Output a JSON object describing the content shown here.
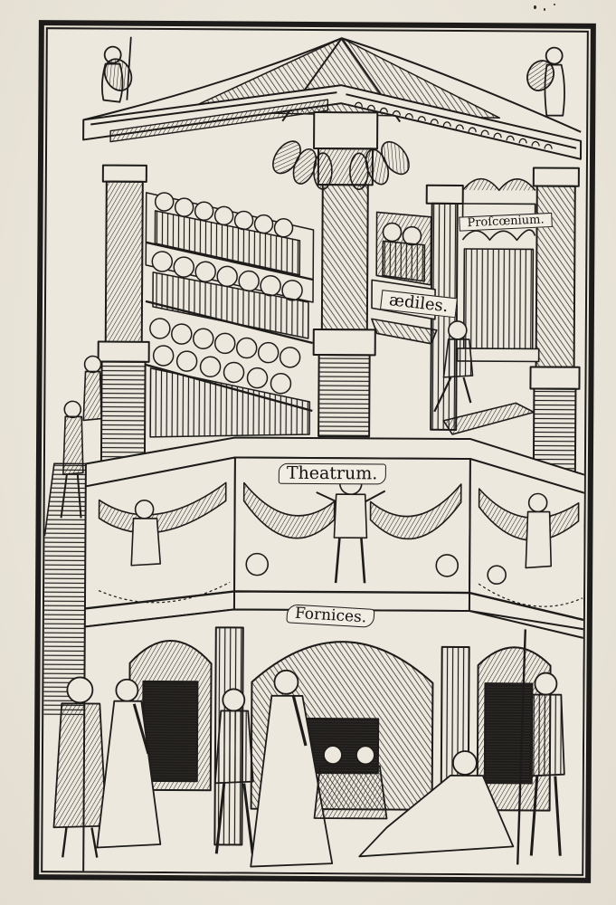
{
  "artwork": {
    "type": "woodcut-illustration",
    "subject": "Roman theatre with tiered audience, stage, and arcade below",
    "colors": {
      "paper": "#ebe7dc",
      "ink": "#1e1c1a",
      "label_fill": "#f1ede3"
    }
  },
  "labels": {
    "theatrum": "Theatrum.",
    "proscaenium": "Proſcœnium.",
    "aediles": "ædiles.",
    "fornices": "Fornices."
  },
  "regions": {
    "roof": "pagoda-style roof with statues holding shields at corners",
    "upper_tiers": "tiered galleries filled with seated spectators",
    "aediles_box": "balcony with two officials",
    "proscaenium": "stage front with arches and columns; figure seated on steps",
    "frieze": "garlanded frieze with putti and fruit",
    "arcade": "arched ground-floor fornices with figures in the foreground"
  }
}
